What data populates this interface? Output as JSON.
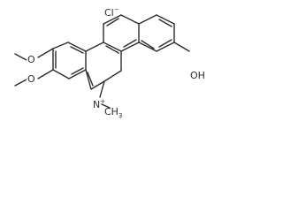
{
  "molecule": {
    "counterion": {
      "text": "Cl",
      "charge": "−"
    },
    "labels": {
      "hydroxyl": "OH",
      "methoxy_upper_o": "O",
      "methoxy_lower_o": "O",
      "nitrogen": "N",
      "nitrogen_charge": "+",
      "n_methyl": "CH",
      "n_methyl_sub": "3"
    }
  }
}
